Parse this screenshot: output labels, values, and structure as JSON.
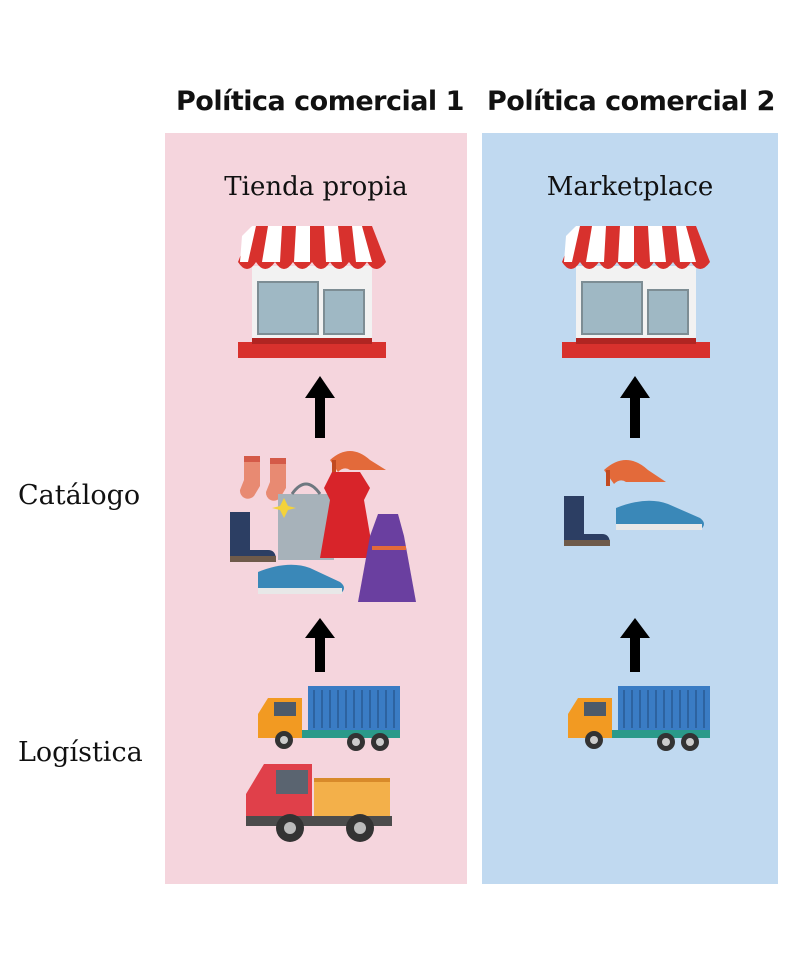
{
  "columns": [
    {
      "title": "Política comercial 1",
      "subtitle": "Tienda propia",
      "color": "#f5d5dd"
    },
    {
      "title": "Política comercial 2",
      "subtitle": "Marketplace",
      "color": "#c0d9f0"
    }
  ],
  "rows": {
    "catalog": "Catálogo",
    "logistics": "Logística"
  },
  "icons": [
    "store-icon",
    "arrow-up-icon",
    "catalog-items-icon",
    "delivery-truck-icon",
    "pickup-truck-icon"
  ]
}
